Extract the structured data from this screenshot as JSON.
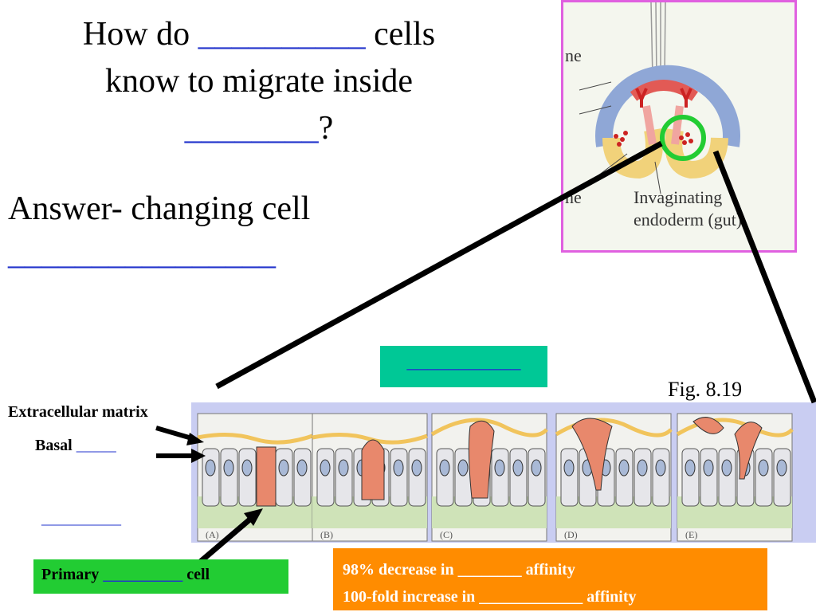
{
  "title": {
    "line1_pre": "How do",
    "line1_blank": "__________",
    "line1_post": "cells",
    "line2": "know to migrate inside",
    "line3_blank": "________",
    "line3_post": "?"
  },
  "answer": {
    "text": "Answer- changing cell",
    "blank": "________________"
  },
  "figure_caption": "Fig. 8.19",
  "inset": {
    "label_top_left": "ne",
    "label_mid_left": "ne",
    "label_invag_1": "Invaginating",
    "label_invag_2": "endoderm (gut)"
  },
  "teal_blank": "___________",
  "panel_letters": [
    "(A)",
    "(B)",
    "(C)",
    "(D)",
    "(E)"
  ],
  "labels": {
    "ecm": "Extracellular matrix",
    "basal_pre": "Basal",
    "basal_blank": "_____",
    "left_blank": "__________"
  },
  "primary": {
    "pre": "Primary",
    "blank": "__________",
    "post": "cell"
  },
  "orange": {
    "line1_pre": "98% decrease in",
    "line1_blank": "________",
    "line1_post": "affinity",
    "line2_pre": "100-fold increase in",
    "line2_blank": "_____________",
    "line2_post": "affinity"
  },
  "colors": {
    "inset_border": "#e060e0",
    "highlight_circle": "#22cc33",
    "teal": "#00c896",
    "green": "#22cc33",
    "orange": "#ff8c00",
    "cell_red": "#e8886c",
    "blank_blue": "#2233cc"
  }
}
